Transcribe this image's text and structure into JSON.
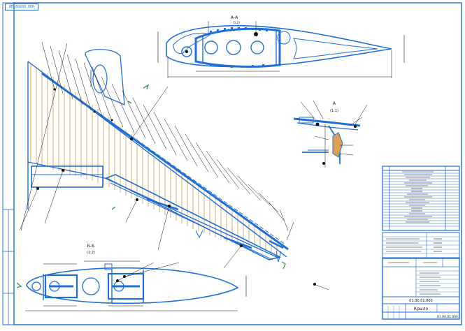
{
  "sheet": {
    "corner_code": "ВП 60200 000",
    "colors": {
      "blue": "#1f6fd6",
      "black": "#111111",
      "orange": "#e0a050",
      "green": "#2f9a55"
    }
  },
  "views": {
    "section_aa": {
      "title": "А-А",
      "scale": "(1:2)"
    },
    "detail_a": {
      "title": "А",
      "scale": "(1:1)"
    },
    "section_bb": {
      "title": "Б-Б",
      "scale": "(1:2)"
    }
  },
  "title_block": {
    "drawing_number": "01.00.01.000",
    "name": "Крыло",
    "footer_number": "01.00.01.000"
  }
}
